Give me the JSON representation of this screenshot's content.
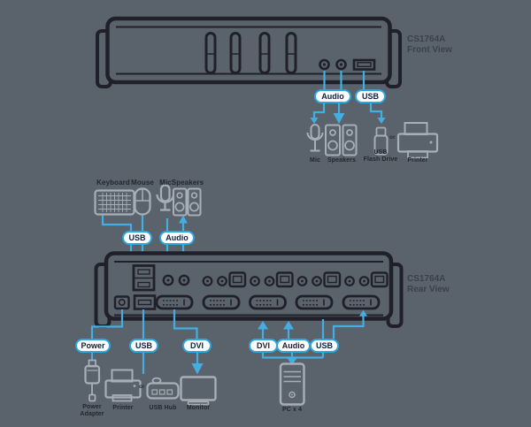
{
  "colors": {
    "background": "#5a626b",
    "line_blue": "#44aee2",
    "pill_border": "#2fa7dc",
    "pill_text": "#141f3d",
    "device_outline": "#20202a",
    "icon_gray": "#a6aeb7",
    "label_text": "#23272f"
  },
  "front": {
    "model": "CS1764A",
    "view": "Front View",
    "pills": {
      "audio": "Audio",
      "usb": "USB"
    },
    "labels": {
      "mic": "Mic",
      "speakers": "Speakers",
      "flash_line1": "USB",
      "flash_line2": "Flash Drive",
      "printer": "Printer",
      "or": "or"
    }
  },
  "console": {
    "labels": {
      "keyboard": "Keyboard",
      "mouse": "Mouse",
      "mic": "Mic",
      "speakers": "Speakers"
    },
    "pills": {
      "usb": "USB",
      "audio": "Audio"
    }
  },
  "rear": {
    "model": "CS1764A",
    "view": "Rear View",
    "pills": {
      "power": "Power",
      "usb_left": "USB",
      "dvi_left": "DVI",
      "dvi_right": "DVI",
      "audio_right": "Audio",
      "usb_right": "USB"
    },
    "labels": {
      "adapter_line1": "Power",
      "adapter_line2": "Adapter",
      "printer": "Printer",
      "or": "or",
      "usb_hub": "USB Hub",
      "monitor": "Monitor",
      "pc": "PC x 4"
    }
  },
  "icons": {
    "front_peripherals": [
      "mic-icon",
      "speakers-icon",
      "usb-flash-drive-icon",
      "printer-icon"
    ],
    "console": [
      "keyboard-icon",
      "mouse-icon",
      "mic-icon",
      "speakers-icon"
    ],
    "rear_peripherals": [
      "power-adapter-icon",
      "printer-icon",
      "usb-hub-icon",
      "monitor-icon",
      "pc-tower-icon"
    ]
  }
}
